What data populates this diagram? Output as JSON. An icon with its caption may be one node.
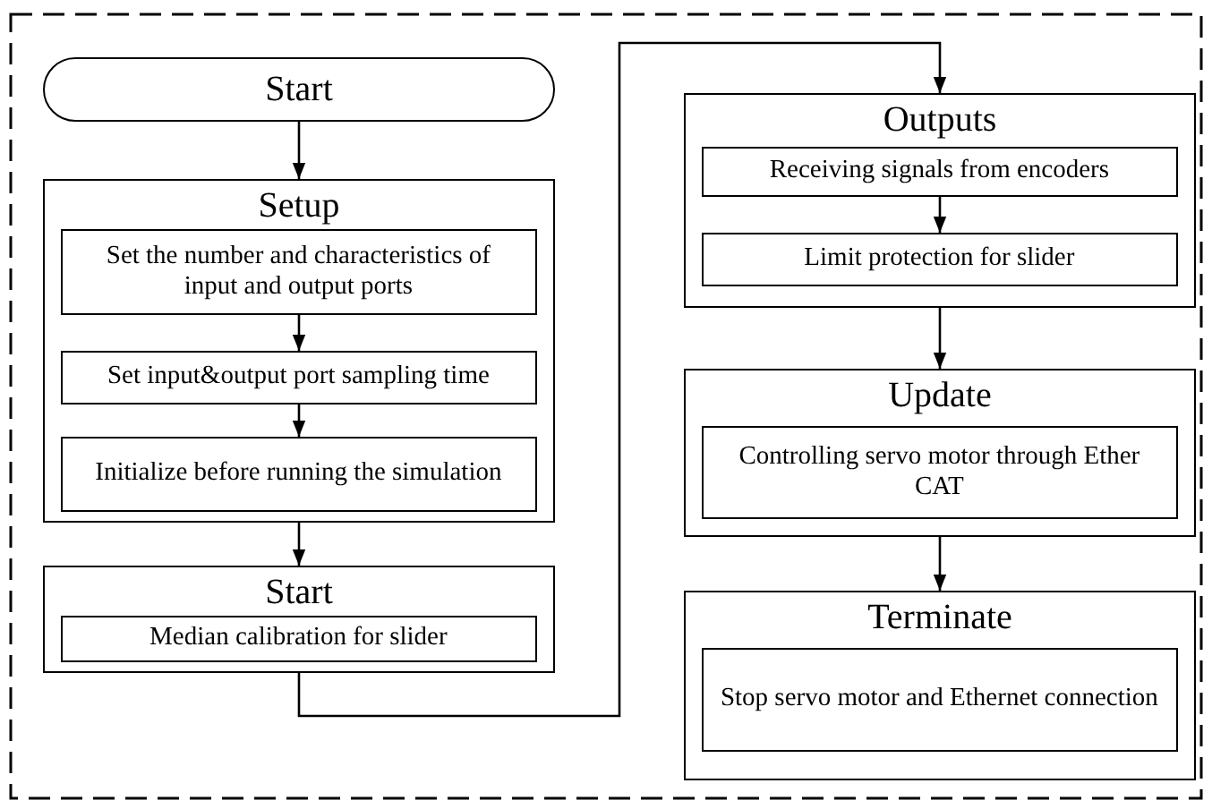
{
  "diagram": {
    "nodes": [
      {
        "text": [
          "Start"
        ]
      },
      {
        "text": [
          "Setup"
        ]
      },
      {
        "text": [
          "Set the number and characteristics of input and output ports"
        ],
        "in": 1
      },
      {
        "text": [
          "Set input&output port sampling time"
        ],
        "in": 1
      },
      {
        "text": [
          "Initialize before running the simulation"
        ],
        "in": 1
      },
      {
        "text": [
          "Start"
        ]
      },
      {
        "text": [
          "Median calibration for slider"
        ],
        "in": 5
      },
      {
        "text": [
          "Outputs"
        ]
      },
      {
        "text": [
          "Receiving signals from encoders"
        ],
        "in": 7
      },
      {
        "text": [
          "Limit protection for slider"
        ],
        "in": 7
      },
      {
        "text": [
          "Update"
        ]
      },
      {
        "text": [
          "Controlling servo motor through Ether CAT"
        ],
        "in": 10
      },
      {
        "text": [
          "Terminate"
        ]
      },
      {
        "text": [
          "Stop servo motor and Ethernet connection"
        ],
        "in": 12
      }
    ],
    "edges": [
      {
        "from": 0,
        "to": 1,
        "arrow": "to"
      },
      {
        "from": 2,
        "to": 3,
        "arrow": "to"
      },
      {
        "from": 3,
        "to": 4,
        "arrow": "to"
      },
      {
        "from": 1,
        "to": 5,
        "arrow": "to"
      },
      {
        "from": 5,
        "to": 7,
        "arrow": "to"
      },
      {
        "from": 8,
        "to": 9,
        "arrow": "to"
      },
      {
        "from": 7,
        "to": 10,
        "arrow": "to"
      },
      {
        "from": 10,
        "to": 12,
        "arrow": "to"
      }
    ]
  }
}
